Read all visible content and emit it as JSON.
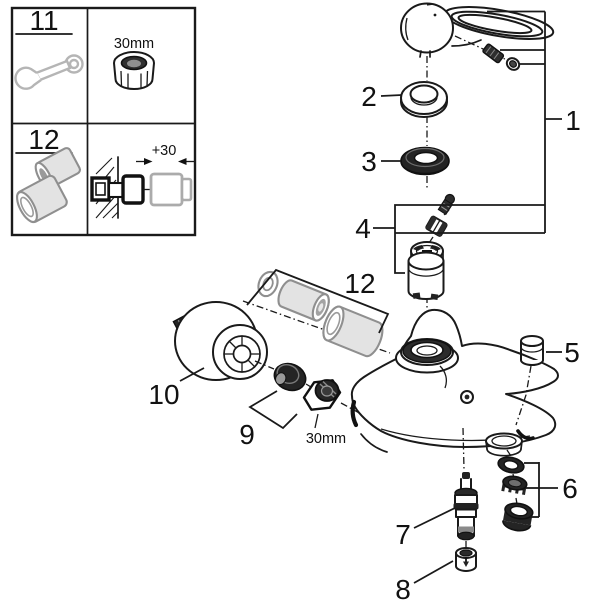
{
  "figure": {
    "kind": "exploded-parts-diagram",
    "background": "#ffffff",
    "line_color": "#1a1a1a",
    "gray_part_color": "#8f8f8f"
  },
  "inset": {
    "item_11": {
      "number": "11",
      "icon": "open-end-wrench-icon"
    },
    "nut_size_label": "30mm",
    "item_12": {
      "number": "12",
      "icon": "extension-unions-icon"
    },
    "extension_dimension": "+30"
  },
  "callouts": {
    "c1": "1",
    "c2": "2",
    "c3": "3",
    "c4": "4",
    "c5": "5",
    "c6": "6",
    "c7": "7",
    "c8": "8",
    "c9": "9",
    "c10": "10",
    "c12": "12"
  },
  "annotations": {
    "union_nut_size": "30mm"
  }
}
